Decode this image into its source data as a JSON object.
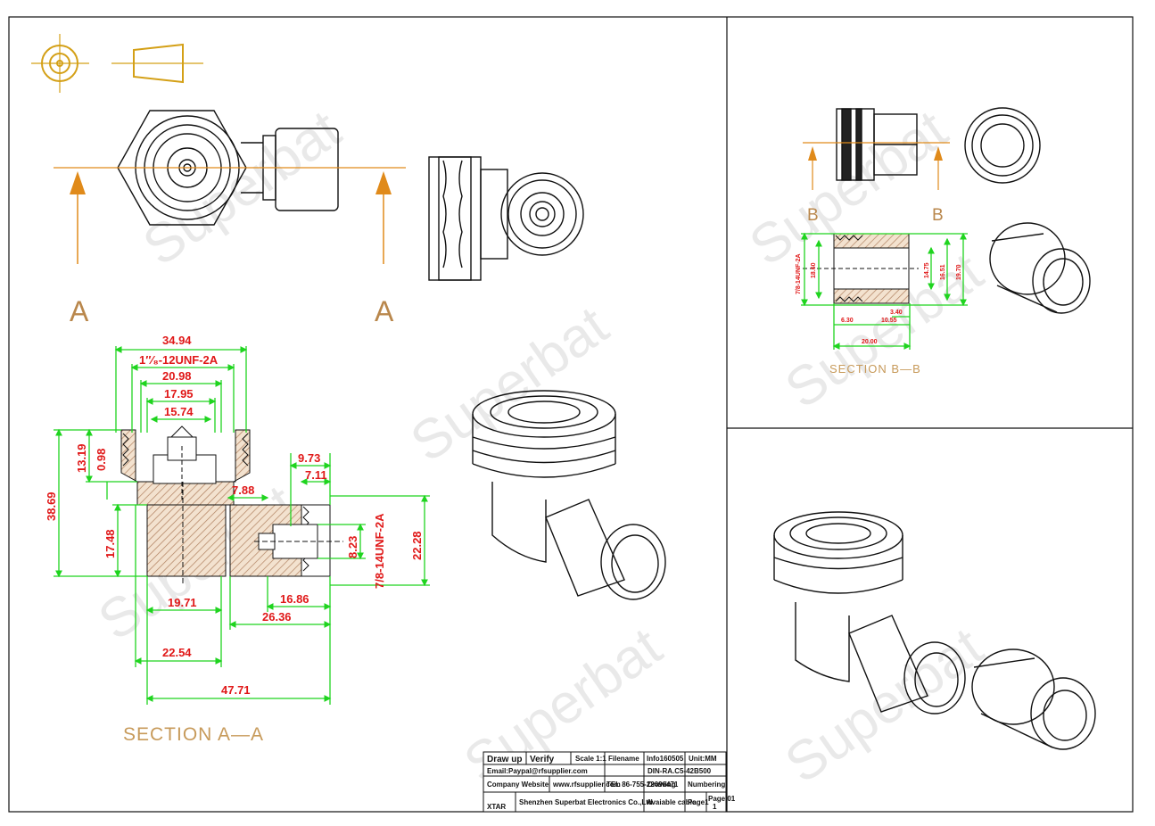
{
  "views": {
    "section_aa_marker_left": "A",
    "section_aa_marker_right": "A",
    "section_bb_marker_left": "B",
    "section_bb_marker_right": "B",
    "section_aa_title": "SECTION A—A",
    "section_bb_title": "SECTION B—B"
  },
  "dimensions_aa": {
    "d1": "34.94",
    "d2": "1″⁄₈-12UNF-2A",
    "d3": "20.98",
    "d4": "17.95",
    "d5": "15.74",
    "d6": "13.19",
    "d7": "0.98",
    "d8": "38.69",
    "d9": "17.48",
    "d10": "7.88",
    "d11": "9.73",
    "d12": "7.11",
    "d13": "8.23",
    "d14": "7/8-14UNF-2A",
    "d15": "22.28",
    "d16": "16.86",
    "d17": "19.71",
    "d18": "26.36",
    "d19": "22.54",
    "d20": "47.71"
  },
  "dimensions_bb": {
    "b1": "7/8-14UNF-2A",
    "b2": "18.60",
    "b3": "14.75",
    "b4": "16.51",
    "b5": "19.70",
    "b6": "3.40",
    "b7": "6.30",
    "b8": "10.55",
    "b9": "20.00"
  },
  "title_block": {
    "draw_up": "Draw up",
    "verify": "Verify",
    "scale": "Scale 1:1",
    "filename_label": "Filename",
    "filename_value": "Info160505",
    "unit": "Unit:MM",
    "email": "Email:Paypal@rfsupplier.com",
    "part_no": "DIN-RA.C5-42B500",
    "website_label": "Company Website",
    "website": "www.rfsupplier.com",
    "tel": "TEL 86-755-22696471",
    "drawing_label": "Drawing",
    "drawing_value": "Numbering",
    "company": "Shenzhen Superbat Electronics Co.,Ltd",
    "applicable": "Avaiable cable",
    "page": "Page1",
    "page_of": "Page 01",
    "page_num": "1",
    "logo_text": "XTAR"
  },
  "watermark": "Superbat",
  "colors": {
    "dimension": "#1fd41f",
    "dimension_text": "#e01818",
    "arrow": "#e08a1a",
    "section_text": "#c79a5a",
    "hatch": "#b08060"
  }
}
